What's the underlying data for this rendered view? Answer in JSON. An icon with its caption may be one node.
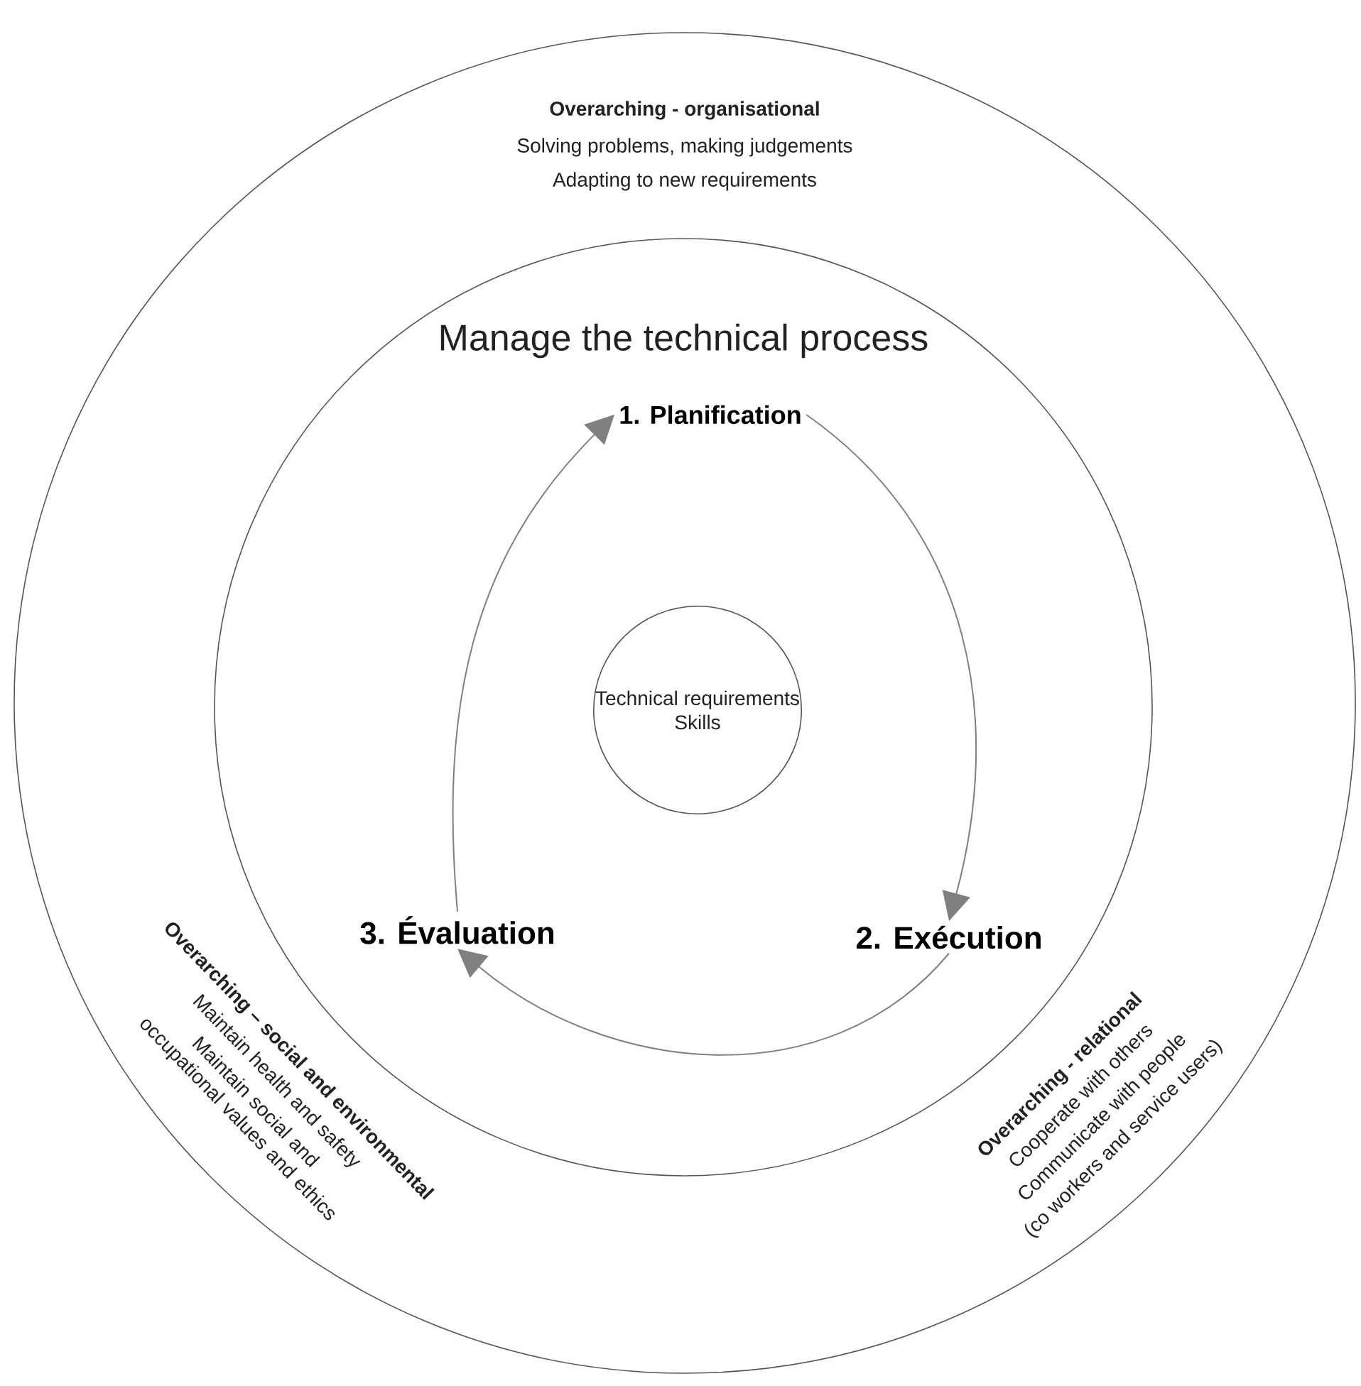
{
  "diagram": {
    "nodes": [
      {
        "text": [
          "Overarching - organisational",
          "Solving problems, making judgements",
          "Adapting to new requirements",
          "Overarching – social and environmental",
          "Maintain health and safety",
          "Maintain social and occupational values and ethics",
          "Overarching - relational",
          "Cooperate with others",
          "Communicate with people",
          "(co workers and service users)"
        ]
      },
      {
        "text": [
          "Manage the technical process"
        ],
        "in": 0
      },
      {
        "text": [
          "Technical requirements",
          "Skills"
        ],
        "in": 1
      },
      {
        "text": [
          "1. Planification"
        ],
        "in": 1
      },
      {
        "text": [
          "2. Exécution"
        ],
        "in": 1
      },
      {
        "text": [
          "3. Évaluation"
        ],
        "in": 1
      }
    ],
    "edges": [
      {
        "from": 3,
        "to": 4,
        "arrow": "to"
      },
      {
        "from": 4,
        "to": 5,
        "arrow": "to"
      },
      {
        "from": 5,
        "to": 3,
        "arrow": "to"
      }
    ]
  }
}
